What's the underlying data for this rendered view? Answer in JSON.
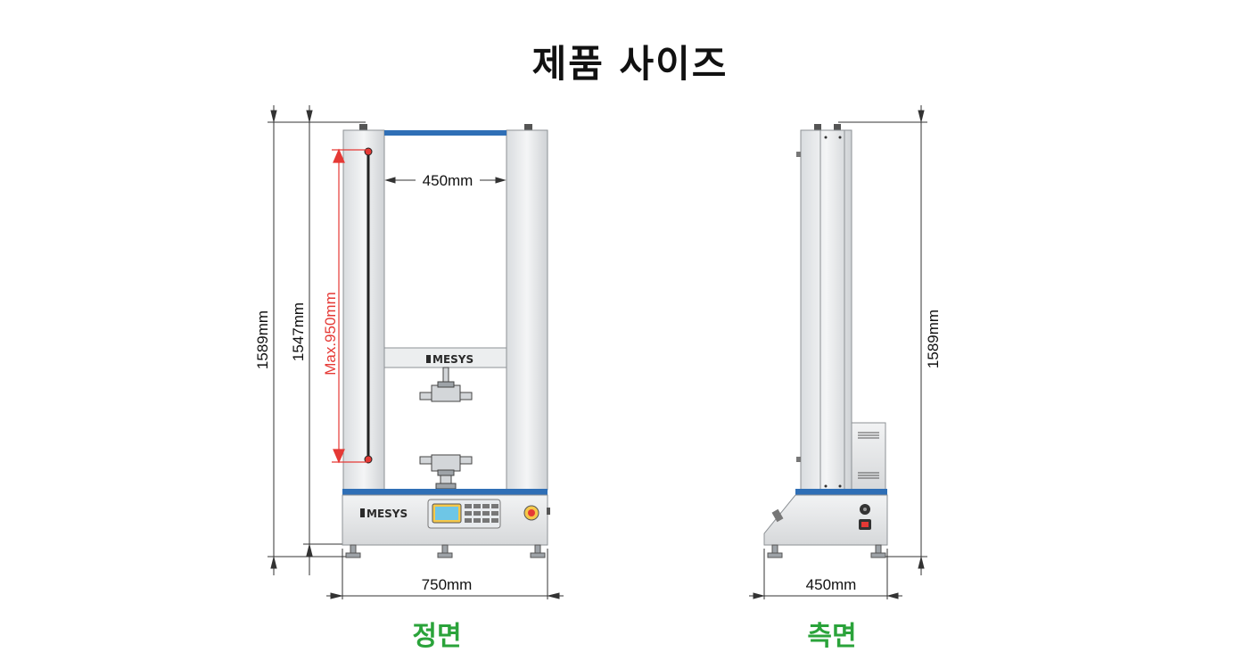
{
  "title": "제품 사이즈",
  "front": {
    "caption": "정면",
    "height_total": "1589mm",
    "height_column": "1547mm",
    "travel": "Max.950mm",
    "inner_width": "450mm",
    "width": "750mm",
    "logo": "MESYS"
  },
  "side": {
    "caption": "측면",
    "height_total": "1589mm",
    "depth": "450mm"
  },
  "colors": {
    "caption": "#2aa33a",
    "accent_blue": "#2f6fb6",
    "travel_red": "#e53935"
  }
}
